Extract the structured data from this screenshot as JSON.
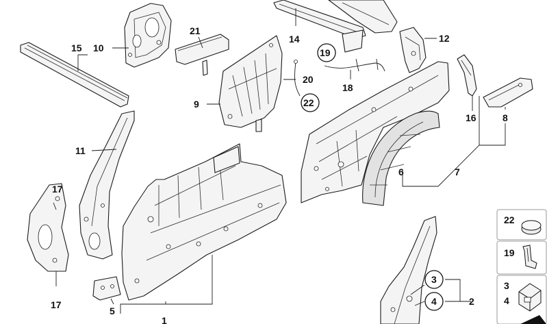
{
  "callouts": {
    "c1": "1",
    "c2": "2",
    "c3": "3",
    "c4": "4",
    "c5": "5",
    "c6": "6",
    "c7": "7",
    "c8": "8",
    "c9": "9",
    "c10": "10",
    "c11": "11",
    "c12": "12",
    "c14": "14",
    "c15": "15",
    "c16": "16",
    "c17": "17",
    "c18": "18",
    "c19": "19",
    "c20": "20",
    "c21": "21",
    "c22": "22"
  },
  "circled_callouts": {
    "c19": "19",
    "c22": "22",
    "c3": "3",
    "c4": "4"
  },
  "legend": {
    "items": [
      {
        "label": "22",
        "icon": "rubber-plug-icon"
      },
      {
        "label": "19",
        "icon": "clip-icon"
      },
      {
        "label_a": "3",
        "label_b": "4",
        "icon": "rivet-nut-icon"
      }
    ]
  },
  "colors": {
    "line": "#1a1a1a",
    "fill": "#f4f4f4",
    "legend_border": "#9a9a9a"
  }
}
